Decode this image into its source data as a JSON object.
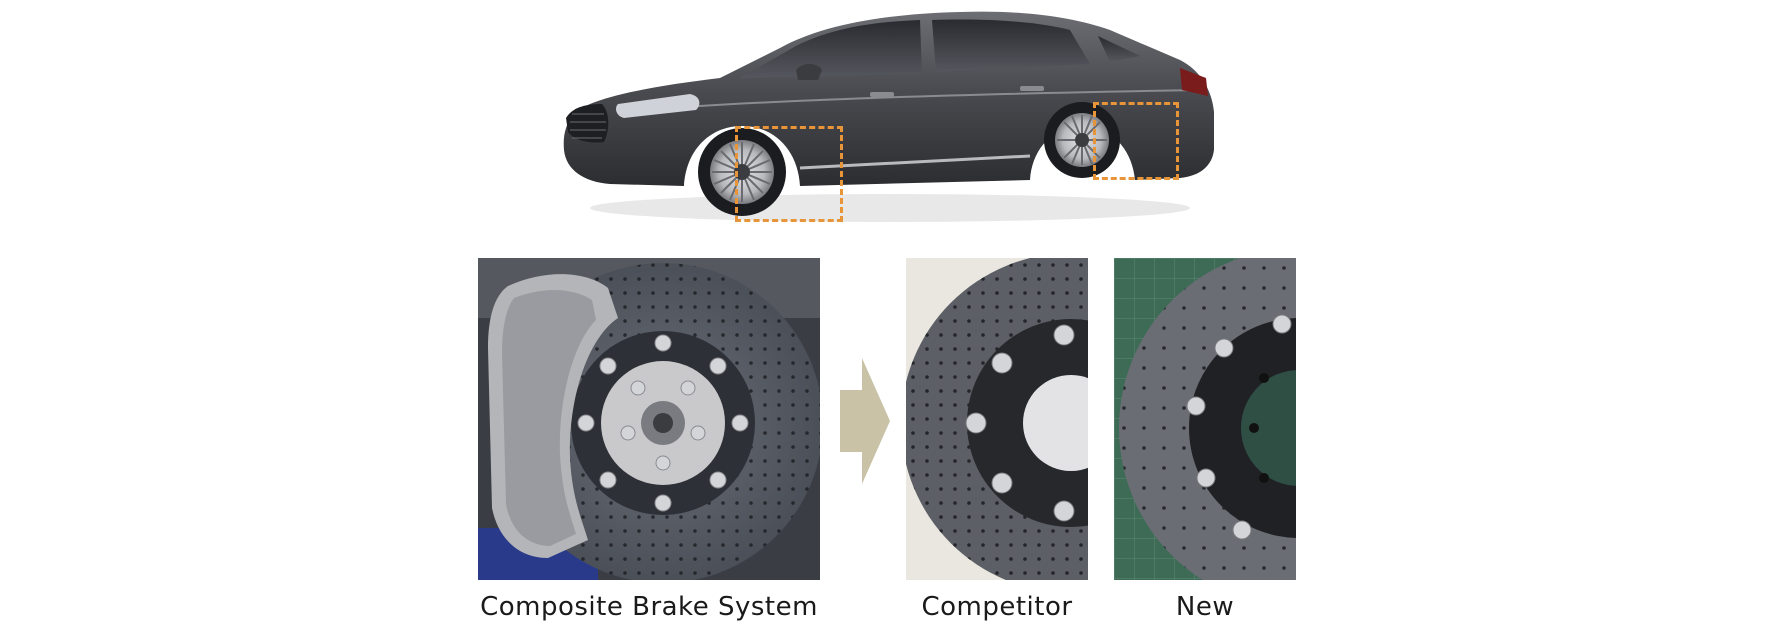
{
  "captions": {
    "composite": "Composite Brake System",
    "competitor": "Competitor",
    "new": "New"
  },
  "colors": {
    "highlight": "#e8953a",
    "arrow": "#c9c2a6",
    "car_body": "#4b4b4f",
    "disc": "#5a5d63"
  },
  "icons": {
    "arrow": "right-arrow-icon"
  }
}
